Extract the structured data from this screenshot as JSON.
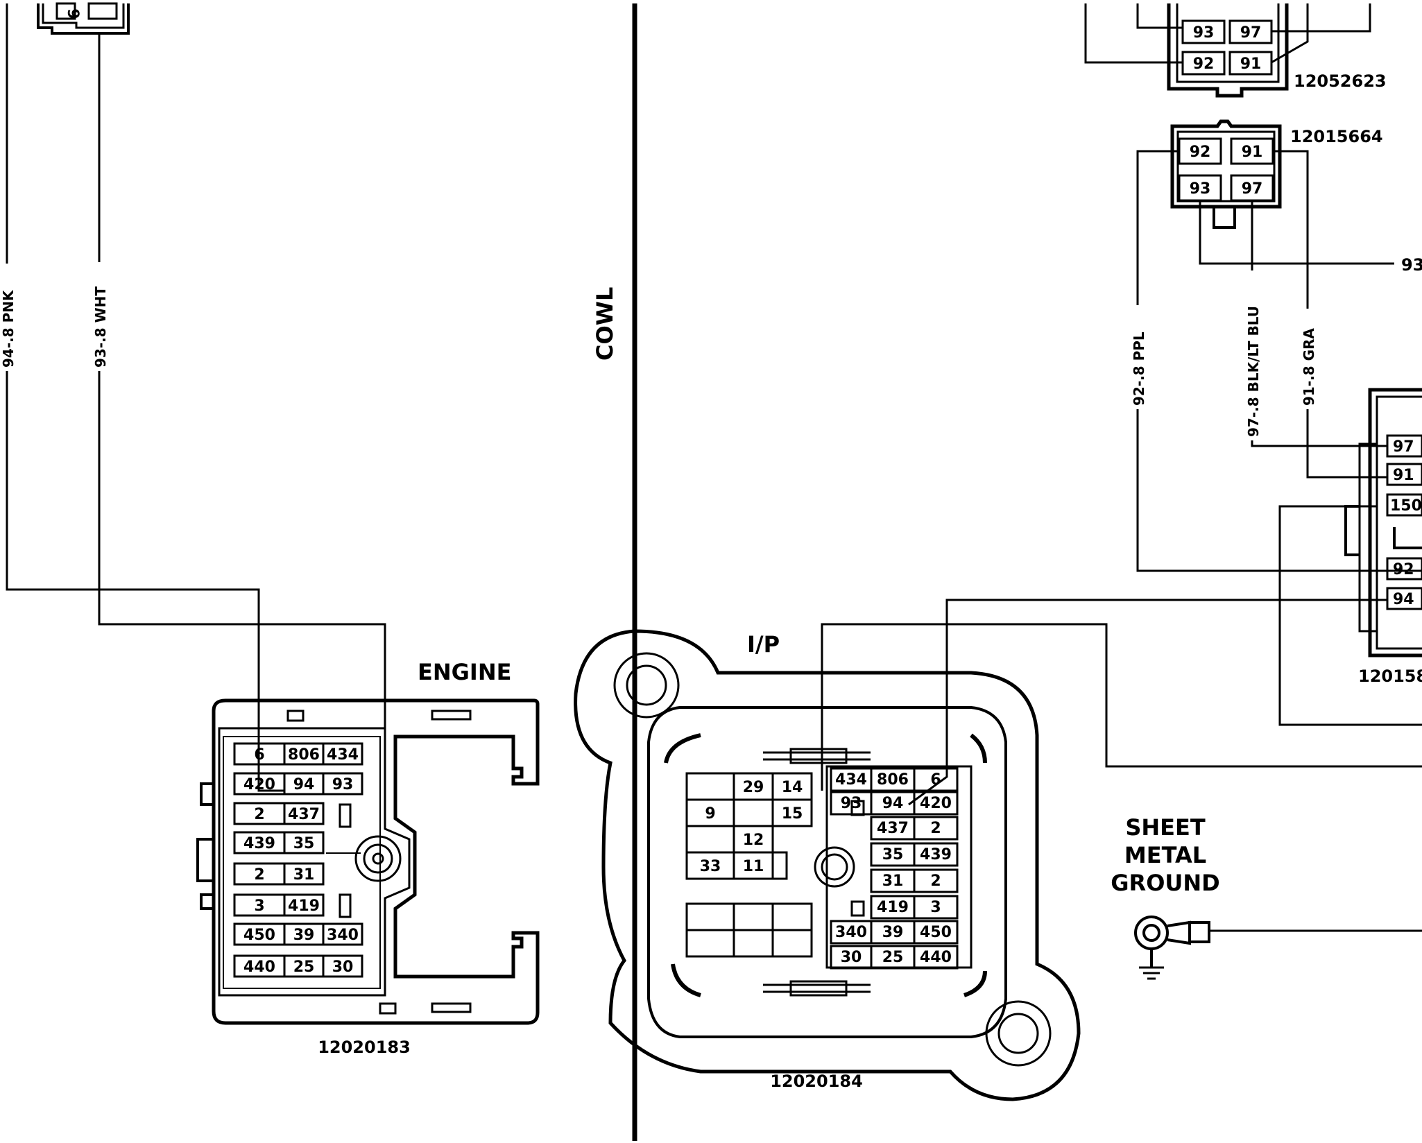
{
  "labels": {
    "cowl": "COWL",
    "engine": "ENGINE",
    "ip": "I/P",
    "sheet": "SHEET",
    "metal": "METAL",
    "ground": "GROUND"
  },
  "part_numbers": {
    "engine_conn": "12020183",
    "ip_conn": "12020184",
    "top_conn": "12052623",
    "mid_conn": "12015664",
    "right_conn": "120158"
  },
  "wires": {
    "w94": "94-.8 PNK",
    "w93": "93-.8 WHT",
    "w92": "92-.8 PPL",
    "w97": "97-.8 BLK/LT BLU",
    "w91": "91-.8 GRA",
    "w93_right": "93"
  },
  "engine_pins": {
    "r1": [
      "6",
      "806",
      "434"
    ],
    "r2": [
      "420",
      "94",
      "93"
    ],
    "r3": [
      "2",
      "437"
    ],
    "r4": [
      "439",
      "35"
    ],
    "r5": [
      "2",
      "31"
    ],
    "r6": [
      "3",
      "419"
    ],
    "r7": [
      "450",
      "39",
      "340"
    ],
    "r8": [
      "440",
      "25",
      "30"
    ]
  },
  "ip_pins": {
    "r1": [
      "434",
      "806",
      "6"
    ],
    "r2": [
      "93",
      "94",
      "420"
    ],
    "r3": [
      "437",
      "2"
    ],
    "r4": [
      "35",
      "439"
    ],
    "r5": [
      "31",
      "2"
    ],
    "r6": [
      "419",
      "3"
    ],
    "r7": [
      "340",
      "39",
      "450"
    ],
    "r8": [
      "30",
      "25",
      "440"
    ],
    "left": [
      "29",
      "14",
      "9",
      "15",
      "12",
      "33",
      "11"
    ]
  },
  "top_conn_pins": [
    "93",
    "97",
    "92",
    "91"
  ],
  "mid_conn_pins": [
    "92",
    "91",
    "93",
    "97"
  ],
  "right_conn_pins": [
    "97",
    "91",
    "150",
    "92",
    "94"
  ],
  "top_left_pin": "9"
}
